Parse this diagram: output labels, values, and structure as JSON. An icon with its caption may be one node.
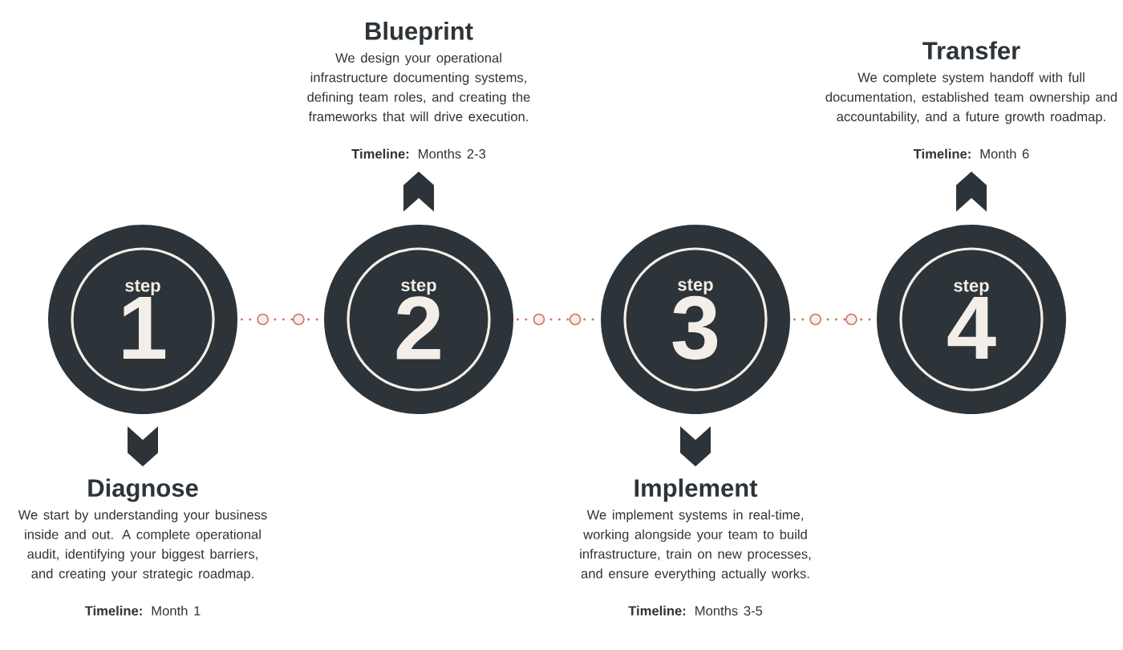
{
  "diagram": {
    "nodes": [
      {
        "text": [
          "step",
          "1"
        ]
      },
      {
        "text": [
          "step",
          "2"
        ]
      },
      {
        "text": [
          "step",
          "3"
        ]
      },
      {
        "text": [
          "step",
          "4"
        ]
      },
      {
        "text": [
          "Diagnose",
          "We start by understanding your business inside and out. A complete operational audit, identifying your biggest barriers, and creating your strategic roadmap.",
          "**Timeline:** Month 1"
        ]
      },
      {
        "text": [
          "Blueprint",
          "We design your operational infrastructure documenting systems, defining team roles, and creating the frameworks that will drive execution.",
          "**Timeline:** Months 2-3"
        ]
      },
      {
        "text": [
          "Implement",
          "We implement systems in real-time, working alongside your team to build infrastructure, train on new processes, and ensure everything actually works.",
          "**Timeline:** Months 3-5"
        ]
      },
      {
        "text": [
          "Transfer",
          "We complete system handoff with full documentation, established team ownership and accountability, and a future growth roadmap.",
          "**Timeline:** Month 6"
        ]
      }
    ],
    "edges": [
      {
        "from": 0,
        "to": 4,
        "arrow": "to"
      },
      {
        "from": 1,
        "to": 5,
        "arrow": "to"
      },
      {
        "from": 2,
        "to": 6,
        "arrow": "to"
      },
      {
        "from": 3,
        "to": 7,
        "arrow": "to"
      },
      {
        "from": 0,
        "to": 1,
        "arrow": "none",
        "style": "dashed",
        "color": "#d0735f"
      },
      {
        "from": 1,
        "to": 2,
        "arrow": "none",
        "style": "dashed",
        "color": "#d0735f"
      },
      {
        "from": 2,
        "to": 3,
        "arrow": "none",
        "style": "dashed",
        "color": "#d0735f"
      }
    ]
  }
}
